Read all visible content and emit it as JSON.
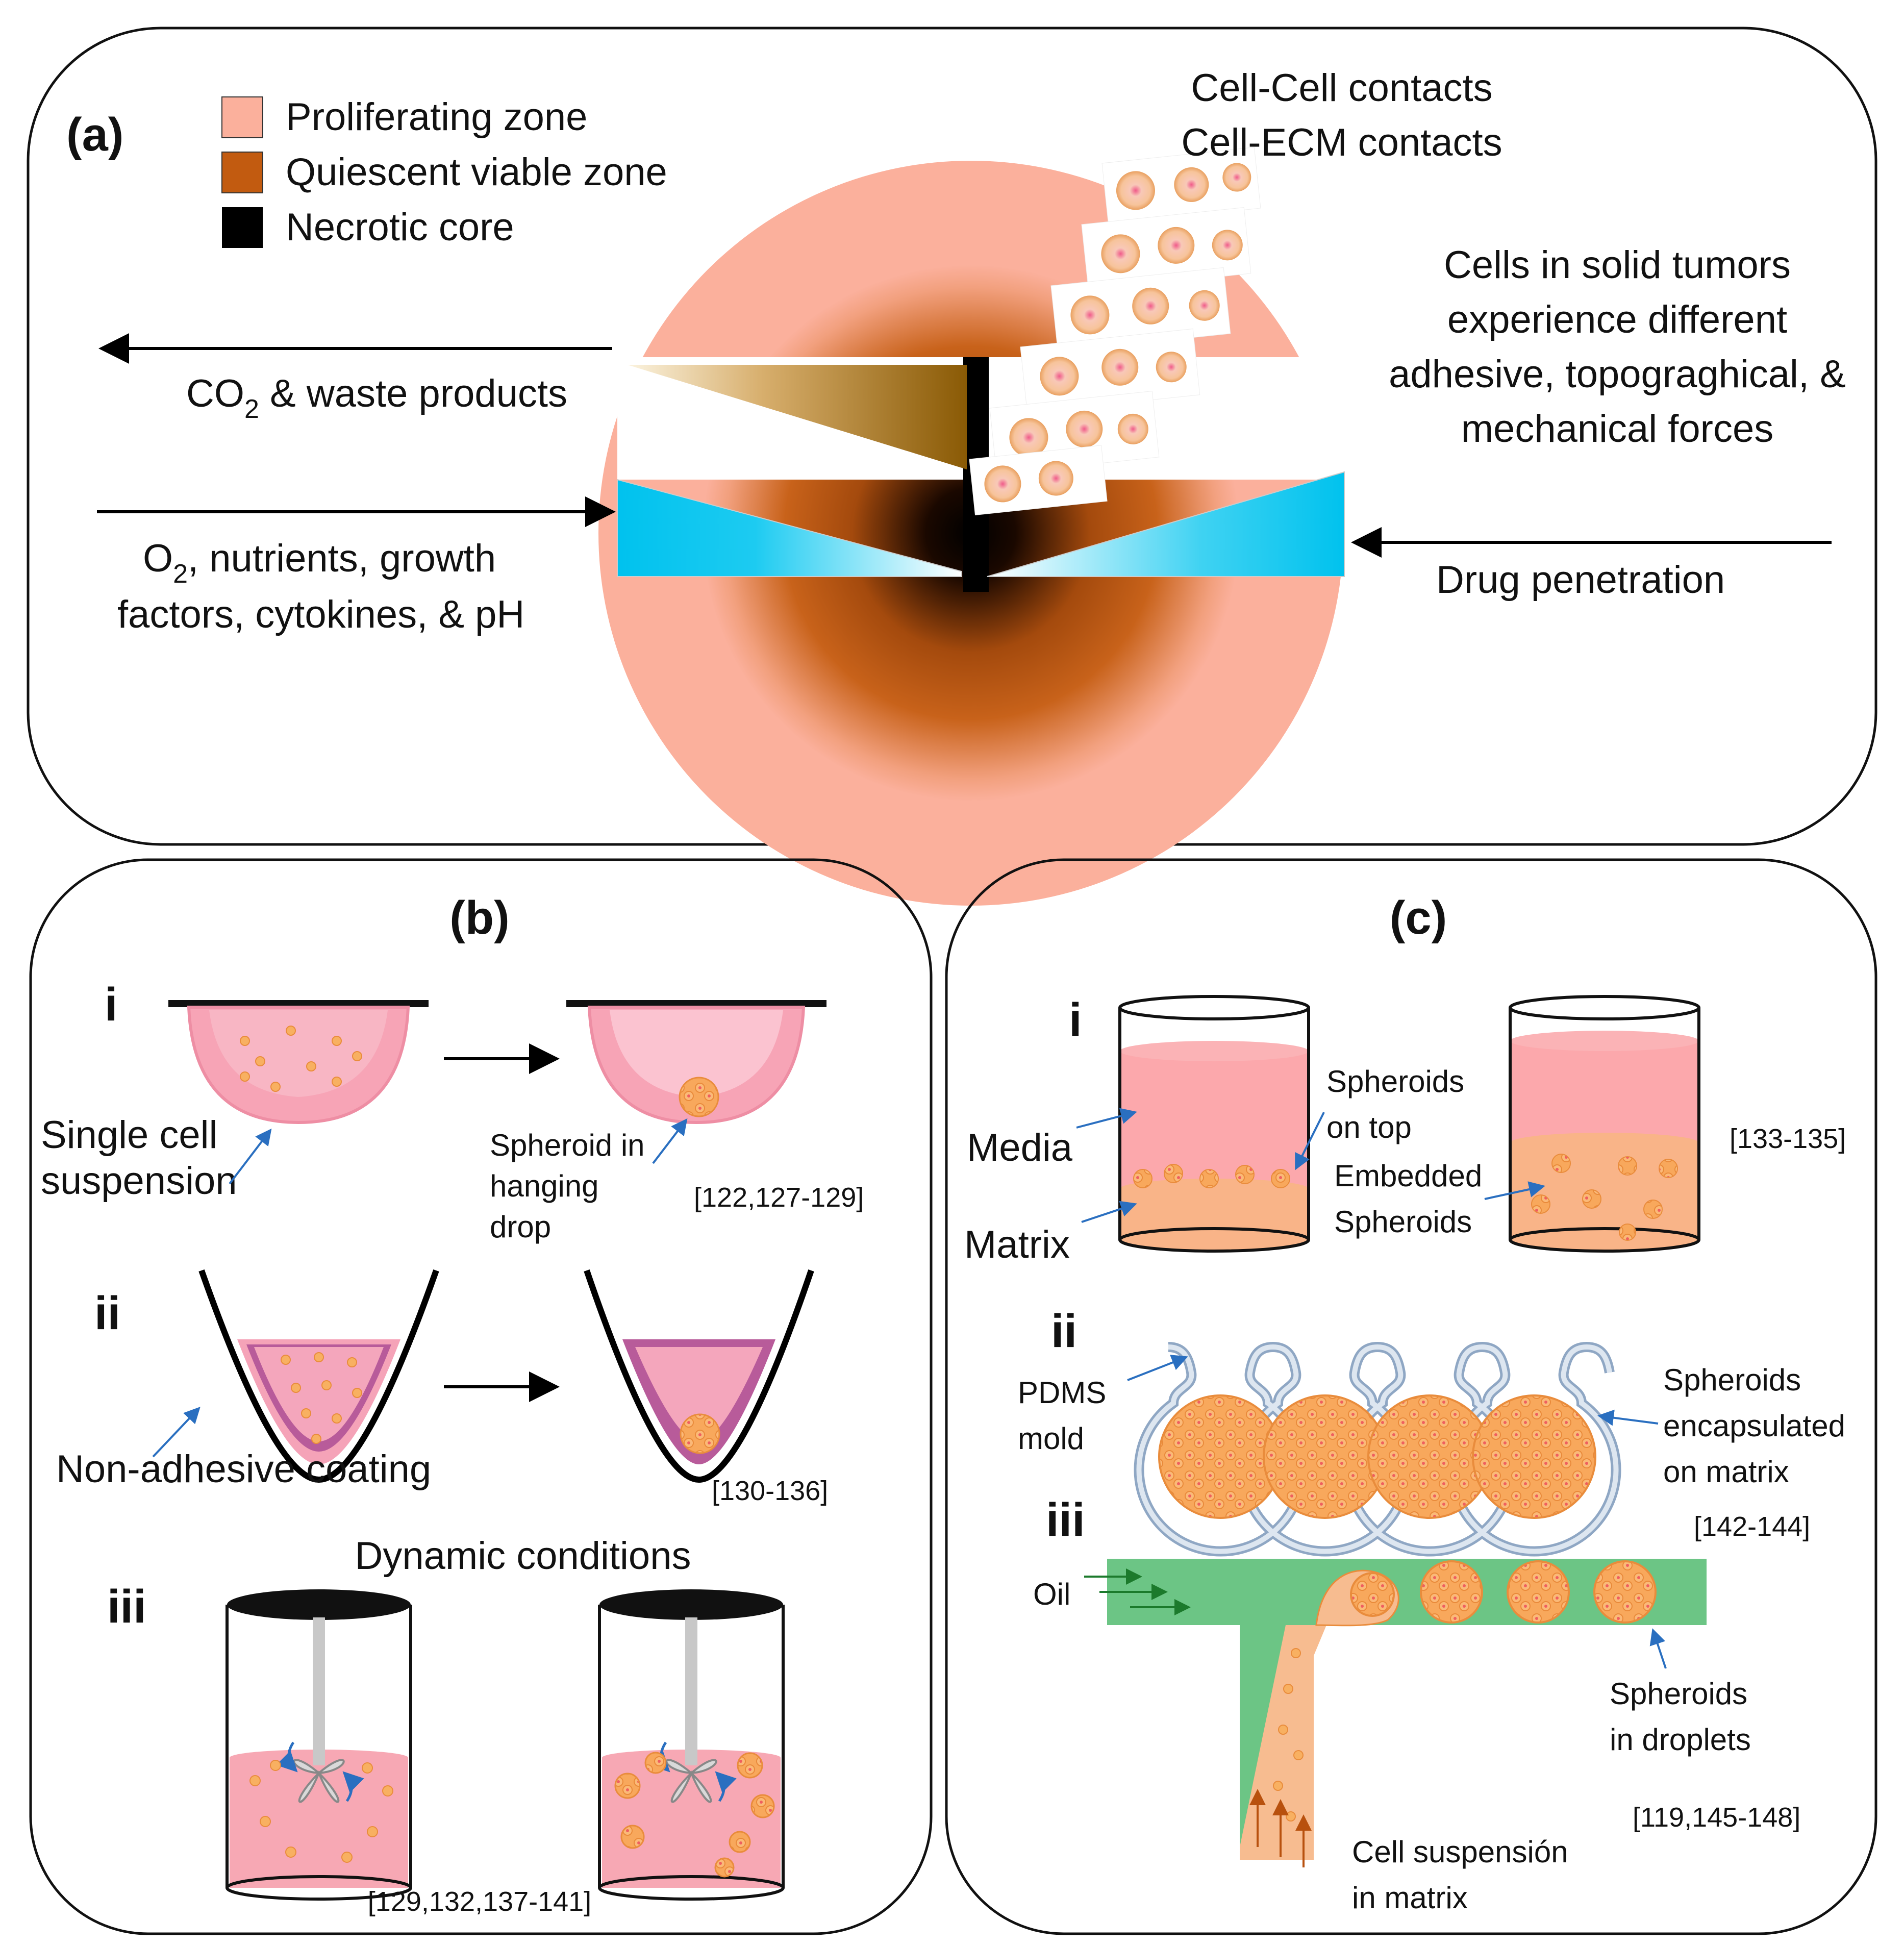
{
  "panel_a": {
    "label": "(a)",
    "legend": [
      {
        "label": "Proliferating zone",
        "color": "#fbb09c"
      },
      {
        "label": "Quiescent viable zone",
        "color": "#c25b10"
      },
      {
        "label": "Necrotic core",
        "color": "#000000"
      }
    ],
    "contacts_line1": "Cell-Cell contacts",
    "contacts_line2": "Cell-ECM contacts",
    "forces_lines": [
      "Cells in solid tumors",
      "experience different",
      "adhesive, topograghical, &",
      "mechanical forces"
    ],
    "co2_prefix": "CO",
    "co2_sub": "2",
    "co2_rest": " & waste products",
    "o2_prefix": "O",
    "o2_sub": "2",
    "o2_rest": ", nutrients, growth",
    "o2_line2": "factors, cytokines, & pH",
    "drug": "Drug penetration"
  },
  "panel_b": {
    "label": "(b)",
    "i": "i",
    "ii": "ii",
    "iii": "iii",
    "single_cell_1": "Single cell",
    "single_cell_2": "suspension",
    "spheroid_1": "Spheroid in",
    "spheroid_2": "hanging",
    "spheroid_3": "drop",
    "ref_i": "[122,127-129]",
    "nonadhesive": "Non-adhesive coating",
    "ref_ii": "[130-136]",
    "dynamic": "Dynamic conditions",
    "ref_iii": "[129,132,137-141]"
  },
  "panel_c": {
    "label": "(c)",
    "i": "i",
    "ii": "ii",
    "iii": "iii",
    "media": "Media",
    "matrix": "Matrix",
    "sph_top_1": "Spheroids",
    "sph_top_2": "on top",
    "embedded_1": "Embedded",
    "embedded_2": "Spheroids",
    "ref_i": "[133-135]",
    "pdms_1": "PDMS",
    "pdms_2": "mold",
    "encaps_1": "Spheroids",
    "encaps_2": "encapsulated",
    "encaps_3": "on matrix",
    "ref_ii": "[142-144]",
    "oil": "Oil",
    "droplets_1": "Spheroids",
    "droplets_2": "in droplets",
    "ref_iii": "[119,145-148]",
    "cellsusp_1": "Cell suspensión",
    "cellsusp_2": "in matrix"
  }
}
